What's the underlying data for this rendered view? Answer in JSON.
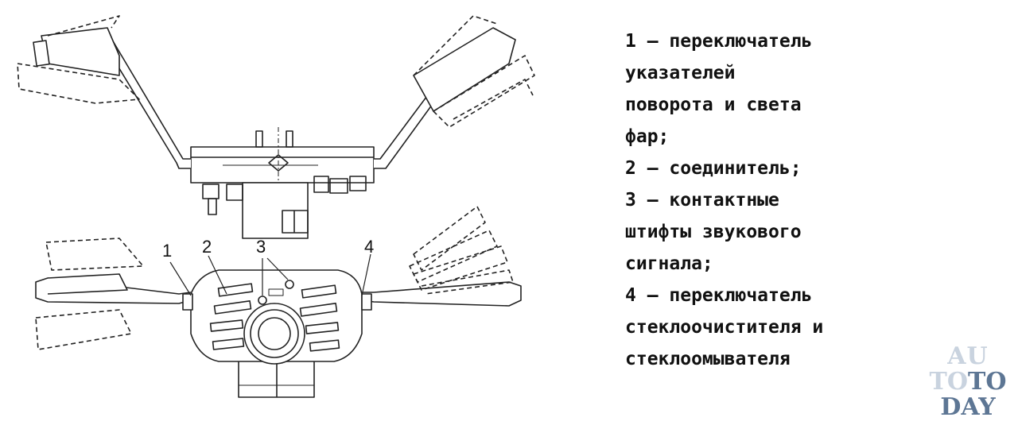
{
  "diagram": {
    "callouts": [
      "1",
      "2",
      "3",
      "4"
    ]
  },
  "legend": {
    "items": [
      "1 — переключатель",
      "указателей",
      "поворота и света",
      "фар;",
      "2 — соединитель;",
      "3 — контактные",
      "штифты звукового",
      "сигнала;",
      "4 — переключатель",
      "стеклоочистителя и",
      "стеклоомывателя"
    ]
  },
  "logo": {
    "line1": "AU",
    "line2a": "TO",
    "line2b": "TO",
    "line3": "DAY"
  }
}
